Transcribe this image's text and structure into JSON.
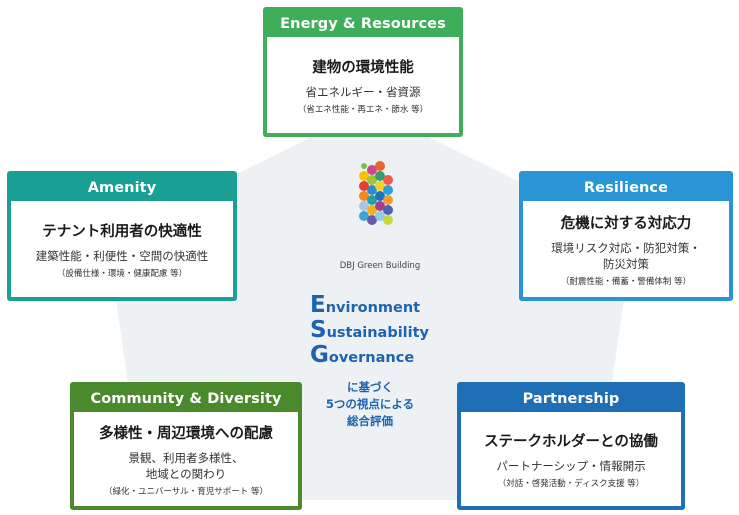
{
  "colors": {
    "energy": "#3fae5a",
    "amenity": "#1a9f95",
    "resilience": "#2a95d6",
    "community": "#4a8a2c",
    "partnership": "#1e6fb5",
    "esg_text": "#1d63b0",
    "pentagon": "#eef1f3"
  },
  "logo": {
    "label": "DBJ Green Building"
  },
  "esg": {
    "lines": [
      {
        "initial": "E",
        "rest": "nvironment"
      },
      {
        "initial": "S",
        "rest": "ustainability"
      },
      {
        "initial": "G",
        "rest": "overnance"
      }
    ],
    "caption": [
      "に基づく",
      "5つの視点による",
      "総合評価"
    ]
  },
  "cards": {
    "energy": {
      "header": "Energy & Resources",
      "title": "建物の環境性能",
      "sub": [
        "省エネルギー・省資源"
      ],
      "note": "（省エネ性能・再エネ・節水 等）"
    },
    "amenity": {
      "header": "Amenity",
      "title": "テナント利用者の快適性",
      "sub": [
        "建築性能・利便性・空間の快適性"
      ],
      "note": "（設備仕様・環境・健康配慮 等）"
    },
    "resilience": {
      "header": "Resilience",
      "title": "危機に対する対応力",
      "sub": [
        "環境リスク対応・防犯対策・",
        "防災対策"
      ],
      "note": "（耐震性能・備蓄・警備体制 等）"
    },
    "community": {
      "header": "Community & Diversity",
      "title": "多様性・周辺環境への配慮",
      "sub": [
        "景観、利用者多様性、",
        "地域との関わり"
      ],
      "note": "（緑化・ユニバーサル・育児サポート 等）"
    },
    "partnership": {
      "header": "Partnership",
      "title": "ステークホルダーとの協働",
      "sub": [
        "パートナーシップ・情報開示"
      ],
      "note": "（対話・啓発活動・ディスク支援 等）"
    }
  }
}
